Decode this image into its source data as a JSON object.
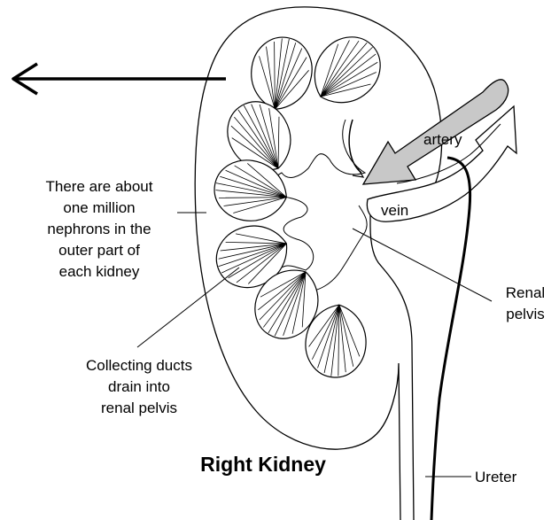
{
  "title": "Right Kidney",
  "labels": {
    "nephrons": [
      "There are about",
      "one million",
      "nephrons in the",
      "outer part of",
      "each kidney"
    ],
    "collecting": [
      "Collecting ducts",
      "drain into",
      "renal pelvis"
    ],
    "renal_pelvis": [
      "Renal",
      "pelvis"
    ],
    "ureter": "Ureter",
    "artery": "artery",
    "vein": "vein"
  },
  "colors": {
    "artery_fill": "#c8c8c8",
    "line": "#000000",
    "background": "#ffffff"
  }
}
